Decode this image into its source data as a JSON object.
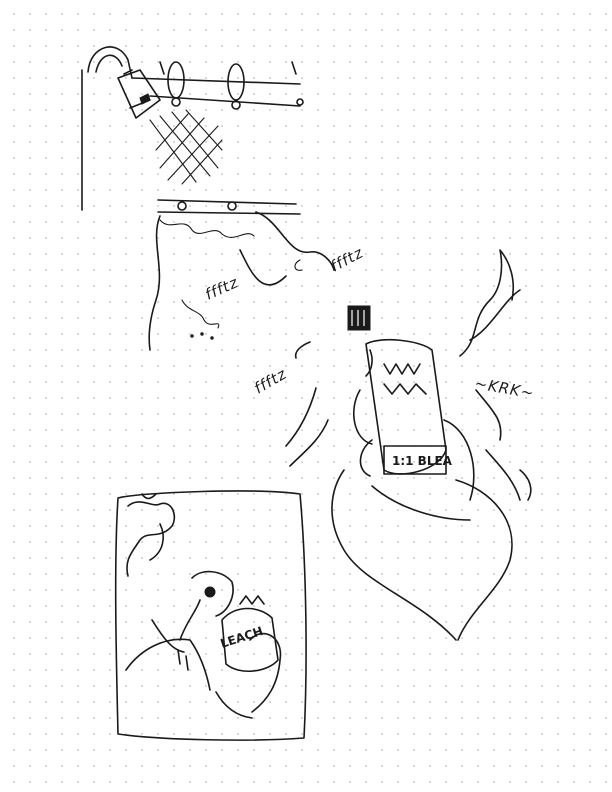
{
  "sound_effects": {
    "spray_1": "ffftz",
    "spray_2": "ffftz",
    "spray_3": "ffftz",
    "crack": "~KRK~"
  },
  "labels": {
    "bottle_main": "1:1 BLEA",
    "bottle_small": "LEACH"
  },
  "colors": {
    "ink": "#1a1a1a",
    "paper": "#ffffff",
    "grid_dot": "#cfcfcf"
  }
}
